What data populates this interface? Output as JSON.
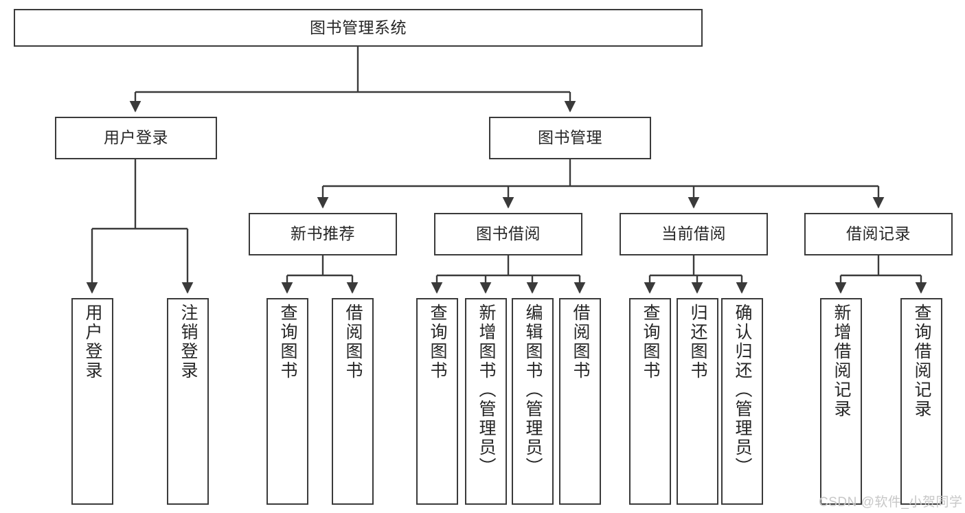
{
  "diagram": {
    "type": "tree-hierarchy",
    "title": "图书管理系统",
    "watermark": "CSDN @软件_小贺同学",
    "colors": {
      "box_border": "#3a3a3a",
      "box_fill": "#ffffff",
      "line": "#3a3a3a",
      "text": "#262626",
      "watermark": "#c7c7c7",
      "background": "#ffffff"
    },
    "root": {
      "label": "图书管理系统"
    },
    "level2": [
      {
        "id": "user-login",
        "label": "用户登录"
      },
      {
        "id": "book-management",
        "label": "图书管理"
      }
    ],
    "level3": [
      {
        "id": "new-book-recommend",
        "label": "新书推荐"
      },
      {
        "id": "book-borrow",
        "label": "图书借阅"
      },
      {
        "id": "current-borrow",
        "label": "当前借阅"
      },
      {
        "id": "borrow-record",
        "label": "借阅记录"
      }
    ],
    "leaves": {
      "user_login": [
        {
          "id": "leaf-user-login",
          "label": "用户登录"
        },
        {
          "id": "leaf-logout-login",
          "label": "注销登录"
        }
      ],
      "new_book_recommend": [
        {
          "id": "leaf-query-book-1",
          "label": "查询图书"
        },
        {
          "id": "leaf-borrow-book-1",
          "label": "借阅图书"
        }
      ],
      "book_borrow": [
        {
          "id": "leaf-query-book-2",
          "label": "查询图书"
        },
        {
          "id": "leaf-add-book",
          "label": "新增图书（管理员）"
        },
        {
          "id": "leaf-edit-book",
          "label": "编辑图书（管理员）"
        },
        {
          "id": "leaf-borrow-book-2",
          "label": "借阅图书"
        }
      ],
      "current_borrow": [
        {
          "id": "leaf-query-book-3",
          "label": "查询图书"
        },
        {
          "id": "leaf-return-book",
          "label": "归还图书"
        },
        {
          "id": "leaf-confirm-return",
          "label": "确认归还（管理员）"
        }
      ],
      "borrow_record": [
        {
          "id": "leaf-add-record",
          "label": "新增借阅记录"
        },
        {
          "id": "leaf-query-record",
          "label": "查询借阅记录"
        }
      ]
    }
  }
}
